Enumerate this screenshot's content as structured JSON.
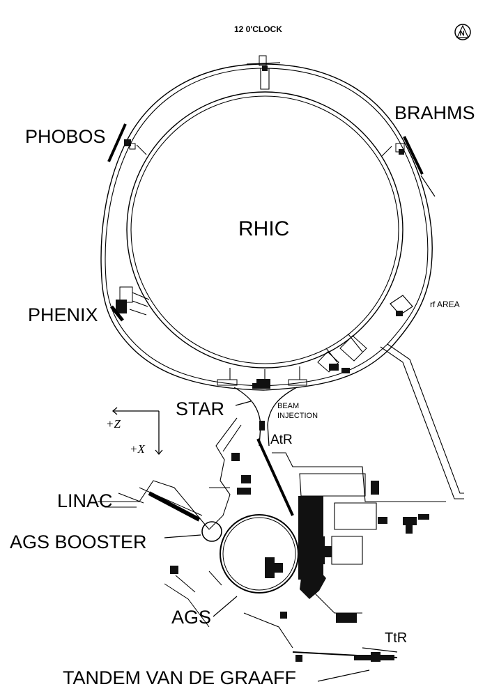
{
  "labels": {
    "twelve_oclock": "12 0'CLOCK",
    "north": "N",
    "brahms": "BRAHMS",
    "phobos": "PHOBOS",
    "rhic": "RHIC",
    "phenix": "PHENIX",
    "rf_area": "rf AREA",
    "star": "STAR",
    "beam": "BEAM",
    "injection": "INJECTION",
    "plus_z": "+Z",
    "plus_x": "+X",
    "atr": "AtR",
    "linac": "LINAC",
    "ags_booster": "AGS BOOSTER",
    "ags": "AGS",
    "ttr": "TtR",
    "tandem": "TANDEM VAN DE GRAAFF"
  },
  "colors": {
    "ink": "#000000",
    "paper": "#ffffff"
  },
  "icons": {
    "north_arrow": "north-compass-icon"
  }
}
